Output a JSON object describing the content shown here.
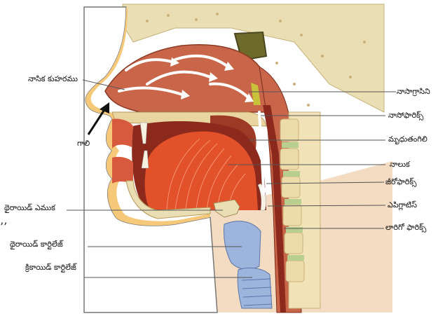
{
  "labels": {
    "nasal_cavity": "నాసిక కుహరము",
    "air": "గాలి",
    "thyroid_bone": "థైరాయిడ్ ఎముక",
    "thyroid_cartilage": "థైరాయిడ్ కార్టిలేజ్",
    "cricoid_cartilage": "క్రికాయిడ్ కార్టిలేజ్",
    "nasopharynx_opening": "నాసాగ్రాసిని",
    "nasopharynx": "నాసోఫారిక్స్",
    "soft_palate": "మృధుతంగిలి",
    "tongue": "నాలుక",
    "oropharynx": "జీరోఫారిక్స్",
    "epiglottis": "ఎపిగ్లాటిస్",
    "laryngopharynx": "లారిగో ఫారిక్స్"
  },
  "marks": {
    "stray_quote": "’’"
  },
  "colors": {
    "muscle": "#c9664a",
    "dark_muscle": "#8b2a1c",
    "tongue": "#e2512a",
    "bone": "#e8d9a8",
    "cartilage": "#9db4dc",
    "skin": "#f7d9b9",
    "spine": "#b9cf8f"
  }
}
